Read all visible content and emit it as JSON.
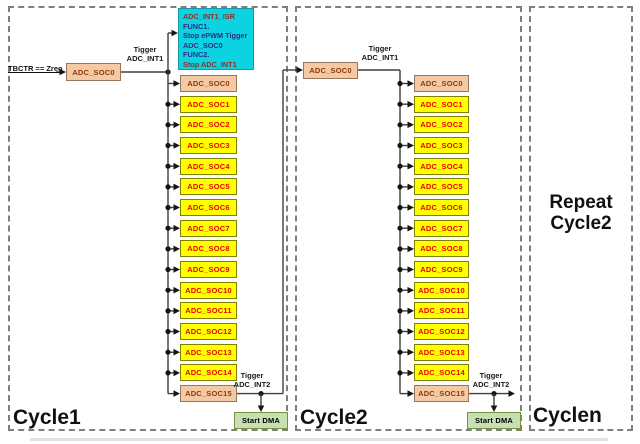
{
  "palette": {
    "salmon_fill": "#F5C9A3",
    "salmon_border": "#96765D",
    "salmon_text": "#8A3A08",
    "yellow_fill": "#FFFF00",
    "yellow_border": "#7F7F00",
    "yellow_text": "#EE0000",
    "cyan_fill": "#0BD3E2",
    "cyan_border": "#1998A8",
    "green_fill": "#C6E0B4",
    "green_border": "#76923C",
    "navy": "#263284",
    "dark_red": "#9C2A21",
    "wire": "#3F3F3F",
    "dash": "#7F7F7F"
  },
  "cycle1": {
    "region_label": "Cycle1",
    "entry_condition": "TBCTR == Zreo",
    "trigger_box_label": "ADC_SOC0",
    "int1_label": [
      "Tigger",
      "ADC_INT1"
    ],
    "isr_box_lines": [
      {
        "text": "ADC_INT1_ISR",
        "color": "dark_red"
      },
      {
        "text": "FUNC1.",
        "color": "navy"
      },
      {
        "text": "Stop ePWM Tigger",
        "color": "navy"
      },
      {
        "text": "ADC_SOC0",
        "color": "navy"
      },
      {
        "text": "FUNC2.",
        "color": "navy"
      },
      {
        "text": "Stop ADC_INT1",
        "color": "dark_red"
      }
    ],
    "soc_boxes": [
      {
        "label": "ADC_SOC0",
        "style": "salmon"
      },
      {
        "label": "ADC_SOC1",
        "style": "yellow"
      },
      {
        "label": "ADC_SOC2",
        "style": "yellow"
      },
      {
        "label": "ADC_SOC3",
        "style": "yellow"
      },
      {
        "label": "ADC_SOC4",
        "style": "yellow"
      },
      {
        "label": "ADC_SOC5",
        "style": "yellow"
      },
      {
        "label": "ADC_SOC6",
        "style": "yellow"
      },
      {
        "label": "ADC_SOC7",
        "style": "yellow"
      },
      {
        "label": "ADC_SOC8",
        "style": "yellow"
      },
      {
        "label": "ADC_SOC9",
        "style": "yellow"
      },
      {
        "label": "ADC_SOC10",
        "style": "yellow"
      },
      {
        "label": "ADC_SOC11",
        "style": "yellow"
      },
      {
        "label": "ADC_SOC12",
        "style": "yellow"
      },
      {
        "label": "ADC_SOC13",
        "style": "yellow"
      },
      {
        "label": "ADC_SOC14",
        "style": "yellow"
      },
      {
        "label": "ADC_SOC15",
        "style": "salmon"
      }
    ],
    "int2_label": [
      "Tigger",
      "ADC_INT2"
    ],
    "dma_label": "Start DMA"
  },
  "cycle2": {
    "region_label": "Cycle2",
    "trigger_box_label": "ADC_SOC0",
    "int1_label": [
      "Tigger",
      "ADC_INT1"
    ],
    "soc_boxes": [
      {
        "label": "ADC_SOC0",
        "style": "salmon"
      },
      {
        "label": "ADC_SOC1",
        "style": "yellow"
      },
      {
        "label": "ADC_SOC2",
        "style": "yellow"
      },
      {
        "label": "ADC_SOC3",
        "style": "yellow"
      },
      {
        "label": "ADC_SOC4",
        "style": "yellow"
      },
      {
        "label": "ADC_SOC5",
        "style": "yellow"
      },
      {
        "label": "ADC_SOC6",
        "style": "yellow"
      },
      {
        "label": "ADC_SOC7",
        "style": "yellow"
      },
      {
        "label": "ADC_SOC8",
        "style": "yellow"
      },
      {
        "label": "ADC_SOC9",
        "style": "yellow"
      },
      {
        "label": "ADC_SOC10",
        "style": "yellow"
      },
      {
        "label": "ADC_SOC11",
        "style": "yellow"
      },
      {
        "label": "ADC_SOC12",
        "style": "yellow"
      },
      {
        "label": "ADC_SOC13",
        "style": "yellow"
      },
      {
        "label": "ADC_SOC14",
        "style": "yellow"
      },
      {
        "label": "ADC_SOC15",
        "style": "salmon"
      }
    ],
    "int2_label": [
      "Tigger",
      "ADC_INT2"
    ],
    "dma_label": "Start DMA"
  },
  "cyclen": {
    "region_label": "Cyclen",
    "note_lines": [
      "Repeat",
      "Cycle2"
    ]
  }
}
